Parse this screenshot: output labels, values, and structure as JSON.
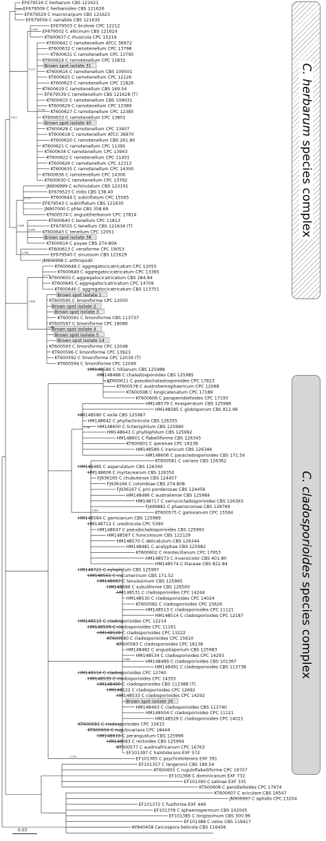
{
  "tree": {
    "taxa": [
      "EF679516 C herbarum CBS 121621",
      "EF679509 C herbaroides CBS 121626",
      "EF679529 C macrocarpum CBS 121623",
      "EF679556 C variabile CBS 121635",
      "EF679503 C bruhnei CPC 12212",
      "EF679502 C allicinum CBS 121624",
      "KT600637 C rhusicola CPC 15219",
      "KT600641 C ramotenellum ATCC 36972",
      "KT600632 C ramotenellum CPC 13798",
      "KT600631 C ramotenellum CPC 13795",
      "KT600624 C ramotenellum CPC 11832",
      "Brown spot isolate 31",
      "KT600616 C ramotenellum CBS 109501",
      "KT600625 C ramotenellum CPC 12126",
      "KT600623 C ramotenellum CPC 11826",
      "KT600619 C ramotenellum CBS 169.54",
      "EF679539 C ramotenellum CBS 121628 (T)",
      "KT600615 C ramotenellum CBS 109031",
      "KT600629 C ramotenellum CPC 13389",
      "KT600627 C ramotenellum CPC 12385",
      "KT600633 C ramotenellum CPC 13801",
      "Brown spot isolate 40",
      "KT600628 C ramotenellum CPC 13407",
      "KT600618 C ramotenellum ATCC 36970",
      "KT600620 C ramotenellum CBS 261.80",
      "KT600621 C ramotenellum CPC 11395",
      "KT600634 C ramotenellum CPC 13943",
      "KT600622 C ramotenellum CPC 11401",
      "KT600626 C ramotenellum CPC 12313",
      "KT600635 C ramotenellum CPC 14300",
      "KT600636 C ramotenellum CPC 14306",
      "KT600630 C ramotenellum CPC 13792",
      "JN906999 C echinulatum CBS 123191",
      "EF679523 C iridis CBS 138.40",
      "KT600644 C subinflatum CPC 15565",
      "EF679543 C subinflatum CBS 121630",
      "JN907000 C phlei CBS 358.69",
      "KT600574 C angustiherbarum CPC 17814",
      "KT600640 C tenellum CPC 11813",
      "EF679555 C tenellum CBS 121634 (T)",
      "KT600643 C tenellum CPC 12051",
      "Brown spot isolate 38",
      "KT600614 C puyae CBS 274.80A",
      "KT600613 C versiforme CPC 19053",
      "EF679540 C sinuosum CBS 121629",
      "JN906998 C arthropodii",
      "KT600648 C aggregatocicatricatum CPC 12055",
      "KT600649 C aggregatocicatricatum CPC 13365",
      "KT600650 C aggregatocicatricatum CBS 284.84",
      "KT600645 C aggregatocicatricatum CPC 14709",
      "KT600646 C aggregatocicatricatum CBS 113751",
      "Brown spot isolate 1",
      "KT600595 C limoniforme CPC 12050",
      "Brown spot isolate 2",
      "Brown spot isolate 3",
      "KT600591 C limoniforme CBS 113737",
      "KT600597 C limoniforme CPC 18086",
      "Brown spot isolate 4",
      "Brown spot isolate 5",
      "Brown spot isolate 14",
      "KT600593 C limoniforme CPC 12048",
      "KT600596 C limoniforme CPC 13923",
      "KT600592 C limoniforme CPC 12039 (T)",
      "KT600594 C limoniforme CPC 12049",
      "HM148586 C hillianum CBS 125988",
      "HM148488 C chalastosporoides CBS 125985",
      "KT600611 C pseudochalastosporoides CPC 17823",
      "KT600578 C austrohemisphaericum CPC 12068",
      "KT600598 C longicatenatum CPC 17189",
      "KT600606 C parapenidielloides CPC 17193",
      "HM148579 C exasperatum CBS 125986",
      "HM148585 C globisporum CBS 812.96",
      "HM148580 C exile CBS 125987",
      "HM148642 C phyllactiniicola CBS 126355",
      "HM148600 C licheniphilum CBS 125990",
      "HM148643 C phyllophilum CBS 125992",
      "HM148601 C flabelliforme CBS 126345",
      "KT600601 C iperenae CPC 16238",
      "HM148589 C iranicum CBS 126346",
      "HM148606 C paracladosporioides CBS 171.54",
      "KT600581 C varians CBS 126362",
      "HM148485 C asperulatum CBS 126340",
      "HM148606 C myrtacearum CBS 126350",
      "FJ936165 C chubutense CBS 124457",
      "FJ936166 C colombiae CBS 274.80B",
      "FJ936167 C pini ponderosae CBS 124456",
      "HM148486 C australiense CBS 125984",
      "HM148717 C verrucocladosporioides CBS 126363",
      "FJ499881 C phaenocomae CBS 128769",
      "KT600575 C gamsianum CPC 15564",
      "HM148584 C gamsianum CBS 125989",
      "HM148712 C uredinicola CPC 5390",
      "HM148647 C pseudocladosporioides CBS 125993",
      "HM148587 C funiculosum CBS 122129",
      "HM148570 C delicatulum CBS 126344",
      "HM148481 C acalyphae CBS 125982",
      "KT600602 C montecillanum CPC 17953",
      "HM148573 C inversicolor CBS 401.80",
      "HM148574 C lilaceae CBS 822.84",
      "HM148721 C xylophilum CBS 125997",
      "HM148561 C cucumerinum CBS 171.52",
      "HM148687 C tenuissimum CBS 125995",
      "HM148686 C subuliforme CBS 126500",
      "HM148531 C cladosporioides CPC 14244",
      "HM148530 C cladosporioides CPC 14024",
      "KT600582 C cladosporioides CPC 15626",
      "HM148513 C cladosporioides CPC 11121",
      "HM148514 C cladosporioides CPC 12187",
      "HM148515 C cladosporioides CPC 12214",
      "HM148509 C cladosporioides CPC 11161",
      "HM148528 C cladosporioides CPC 13222",
      "KT600580 C cladosporioides CPC 15610",
      "KT600583 C cladosporioides CPC 18138",
      "HM148482 C angustisporium CBS 125983",
      "HM148534 C cladosporioides CPC 14293",
      "HM148489 C cladosporioides CBS 101367",
      "HM148491 C cladosporioides CBS 113738",
      "HM148516 C cladosporioides CPC 12760",
      "HM148535 C cladosporioides CPC 14355",
      "HM148490 C cladosporioides CBS 112388 (T)",
      "HM148522 C cladosporioides CPC 12692",
      "HM148533 C cladosporioides CPC 14292",
      "Brown spot isolate 26",
      "HM148493 C cladosporioides CBS 113740",
      "HM148504 C cladosporioides CPC 11121",
      "HM148529 C cladosporioides CPC 14021",
      "KT600581 C cladosporioides CPC 15615",
      "KT600656 C rugulovarians CPC 18444",
      "HM148610 C perangustum CBS 125996",
      "HM148683 C rectoides CBS 125994",
      "KT600577 C austroafricanum CPC 16763",
      "EF101397 C halotolerans EXF 572",
      "EF101365 C psychrotolerans EXF 391",
      "EF101357 C langeronii CBS 189.54",
      "KT600655 C rugulofiabelliforme CPC 19707",
      "EF101368 C dominicanum EXF 732",
      "EF101390 C salinae EXF 335",
      "KT600608 C penidielloides CPC 17674",
      "KT600607 C aciculare CBS 16547",
      "JN906997 C aphidis CPC 13204",
      "EF101372 C fusiforme EXF 449",
      "EF101378 C sphaerospermum CBS 102045",
      "EF101385 C longissimum CBS 300.96",
      "EF101388 C velox CBS 119417",
      "AY840458 Cercospora beticola CBS 116456"
    ],
    "highlighted_taxa": [
      "Brown spot isolate 31",
      "Brown spot isolate 40",
      "Brown spot isolate 38",
      "Brown spot isolate 1",
      "Brown spot isolate 2",
      "Brown spot isolate 3",
      "Brown spot isolate 4",
      "Brown spot isolate 5",
      "Brown spot isolate 14",
      "Brown spot isolate 26"
    ],
    "supports": [
      "0.971",
      "0.993",
      "0.718",
      "0.717",
      "0.999",
      "0.798",
      "0.715",
      "0.826",
      "0.811",
      "0.779",
      "0.882",
      "0.828",
      "0.702",
      "0.796",
      "0.891",
      "0.885",
      "0.710"
    ],
    "scale_label": "0.03"
  },
  "clades": [
    {
      "genus": "C.",
      "epithet": "herbarum",
      "suffix": " species complex",
      "style": "hatched"
    },
    {
      "genus": "C.",
      "epithet": "cladosporioides",
      "suffix": " species complex",
      "style": "solid"
    }
  ]
}
